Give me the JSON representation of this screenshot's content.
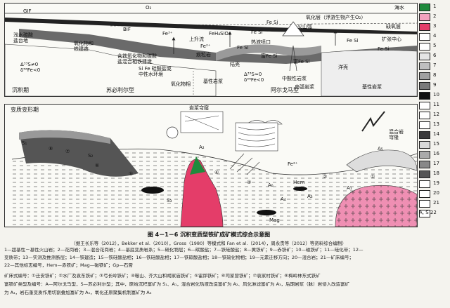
{
  "upper_panel": {
    "GIF": "GIF",
    "O2": "O₂",
    "sea_water": "海水",
    "oxidation_layer": "氧化层（浮游生物产生O₂）",
    "anoxic_layer": "缺氧层",
    "BIF": "BIF",
    "fe3_left": "Fe³⁺",
    "fe_h4sio4": "FeH₄SiO₄",
    "fe2_top": "Fe²⁺",
    "fe_si_a": "Fe Si",
    "fe_si_b": "Fe Si",
    "fe_si_c": "Fe Si",
    "volcano_island": "火山弧",
    "upwelling": "上升流",
    "hydrothermal": "热液喷口",
    "shallow_carbonate": "浅水碳酸\n盐台地",
    "oxide_carbonate_facies": "氧化物和\n铁建造",
    "carbonate_silicate_facies": "含铁氧化物和碳酸\n盐混合相铁建造",
    "sifer_silicate": "Si Fe 硅酸盐或\n中性水环境",
    "trace_layer": "痕粒岩",
    "oxide_facies": "氧化物相",
    "delta_left": "Δ³³S≠0\nδ⁵⁶Fe<0",
    "delta_mid": "Δ³³S≈0\nδ⁵⁶Fe<0",
    "shelf": "陆壳",
    "basic_volcanic": "基性岩浆",
    "mid_ocean_ridge": "中酸性岩浆",
    "rich_fe_si": "富Fe Si",
    "rich_fe_si2": "富Fe Si",
    "expand_center": "扩张中心",
    "fe_si_d": "Fe Si",
    "fe_si_e": "Fe Si",
    "ocean_crust": "洋壳",
    "basic_magma_right": "基性岩浆",
    "arc_crust": "岛弧岩浆",
    "sediment_period": "沉积期",
    "suberior_type": "苏必利尔型",
    "algoma_type": "阿尔戈马型"
  },
  "lower_panel": {
    "metamorphic_period": "变质变形期",
    "fold_label": "岩浆穹窿",
    "shear_fold": "混合岩\n穹隆",
    "fe2": "Fe²⁺",
    "mag": "Mag",
    "s1": "S₁",
    "s2": "S₂",
    "s3": "S₃",
    "a1": "A₁",
    "a2": "A₂",
    "a3": "A₃",
    "a4": "A₄",
    "a5": "A₅",
    "a6": "A₆",
    "hem": "Hem",
    "circle_labels": [
      "⑧",
      "⑦",
      "⑥",
      "⑤",
      "④",
      "③",
      "②",
      "①"
    ]
  },
  "caption": {
    "title": "图 4－1－6   沉积变质型铁矿成矿模式综合示意图",
    "source": "（据王长乐等（2012），Bekker et al.（2010），Gross（1980）等模式和 Fan et al.（2014），周永贵等（2012）等资料综合编制）",
    "legend_lines": [
      "1—超基性－基性火山岩；2—花岗岩；3—混合花岗岩；4—基底变质岩系；5—硫化物层；6—碳酸盐；7—铁硅酸盐；8—黄铁矿；9—赤铁矿；10—磁铁矿；11—硅化带；12—",
      "变质带；13—实测及推测断层；14—铁建造；15—铁硅酸盐相；16—铁硅酸盐相；17—铁碳酸盐相；18—铁硫化物相；19—元素迁移方向；20—混合岩；21—矿床编号；",
      "22—其他标志编号，Hem—赤铁矿；Mag—磁铁矿；Gp—石膏",
      "矿床式编号：①迁安铁矿；②水厂及袁东铁矿；③弓长岭铁矿；④鞍山、齐大山和胡家庙铁矿；⑤霍邱铁矿；⑥司家营铁矿；⑦袁家村铁矿；⑧梅岭林东式铁矿",
      "富铁矿类型及编号：A—阿尔戈马型，S—苏必利尔型；其中，原始沉积富矿为 S₁、A₁，混合岩化热液改造富矿为 A₂、风化淋滤富矿为 A₃，后期岩浆（脉）岩侵入改造富矿",
      "为 A₄，岩石重变质作用切割叠加富矿为 A₅，氧化还原聚集机制富矿为 A₆"
    ]
  },
  "legend": {
    "items": [
      {
        "num": "1",
        "color": "#1f8a3c"
      },
      {
        "num": "2",
        "color": "#f2a2bf"
      },
      {
        "num": "3",
        "color": "#e43d69"
      },
      {
        "num": "4",
        "color": "#ffffff"
      },
      {
        "num": "5",
        "color": "#ffffff"
      },
      {
        "num": "6",
        "color": "#e5e5e5"
      },
      {
        "num": "7",
        "color": "#bfbfbf"
      },
      {
        "num": "8",
        "color": "#a0a0a0"
      },
      {
        "num": "9",
        "color": "#7a7a7a"
      },
      {
        "num": "10",
        "color": "#111111"
      },
      {
        "num": "11",
        "color": "#ffffff"
      },
      {
        "num": "12",
        "color": "#ffffff"
      },
      {
        "num": "13",
        "color": "#ffffff"
      },
      {
        "num": "14",
        "color": "#3a3a3a"
      },
      {
        "num": "15",
        "color": "#d8d8d8"
      },
      {
        "num": "16",
        "color": "#aaaaaa"
      },
      {
        "num": "17",
        "color": "#888888"
      },
      {
        "num": "18",
        "color": "#555555"
      },
      {
        "num": "19",
        "color": "#ffffff"
      },
      {
        "num": "20",
        "color": "#ffffff"
      },
      {
        "num": "21",
        "color": "#ffffff"
      },
      {
        "num": "22",
        "color": "#ffffff"
      }
    ],
    "last_label": "A, S"
  }
}
